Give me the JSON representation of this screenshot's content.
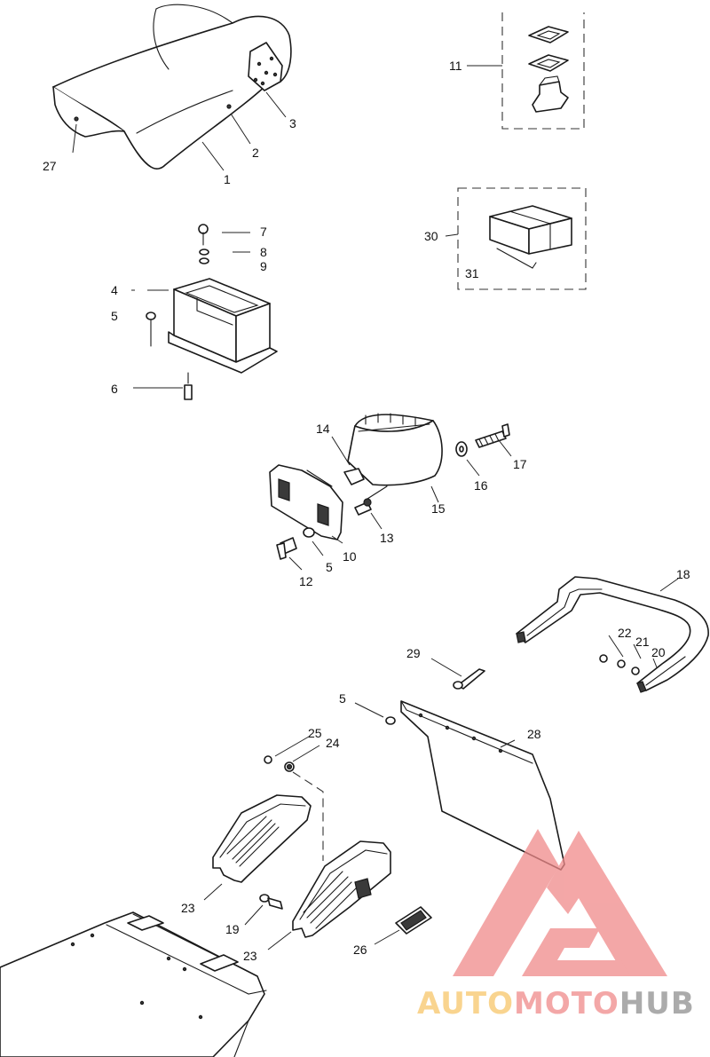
{
  "labels": {
    "p1": "1",
    "p2": "2",
    "p3": "3",
    "p4": "4",
    "p5a": "5",
    "p5b": "5",
    "p5c": "5",
    "p6": "6",
    "p7": "7",
    "p8": "8",
    "p9": "9",
    "p10": "10",
    "p11": "11",
    "p12": "12",
    "p13": "13",
    "p14": "14",
    "p15": "15",
    "p16": "16",
    "p17": "17",
    "p18": "18",
    "p19": "19",
    "p20": "20",
    "p21": "21",
    "p22": "22",
    "p23a": "23",
    "p23b": "23",
    "p24": "24",
    "p25": "25",
    "p26": "26",
    "p27": "27",
    "p28": "28",
    "p29": "29",
    "p30": "30",
    "p31": "31"
  },
  "watermark": {
    "text_auto": "AUTO",
    "text_moto": "MOTO",
    "text_hub": "HUB",
    "color_primary": "#f08a8a",
    "color_accent": "#f7c66a",
    "color_dark": "#8f8f8f"
  }
}
